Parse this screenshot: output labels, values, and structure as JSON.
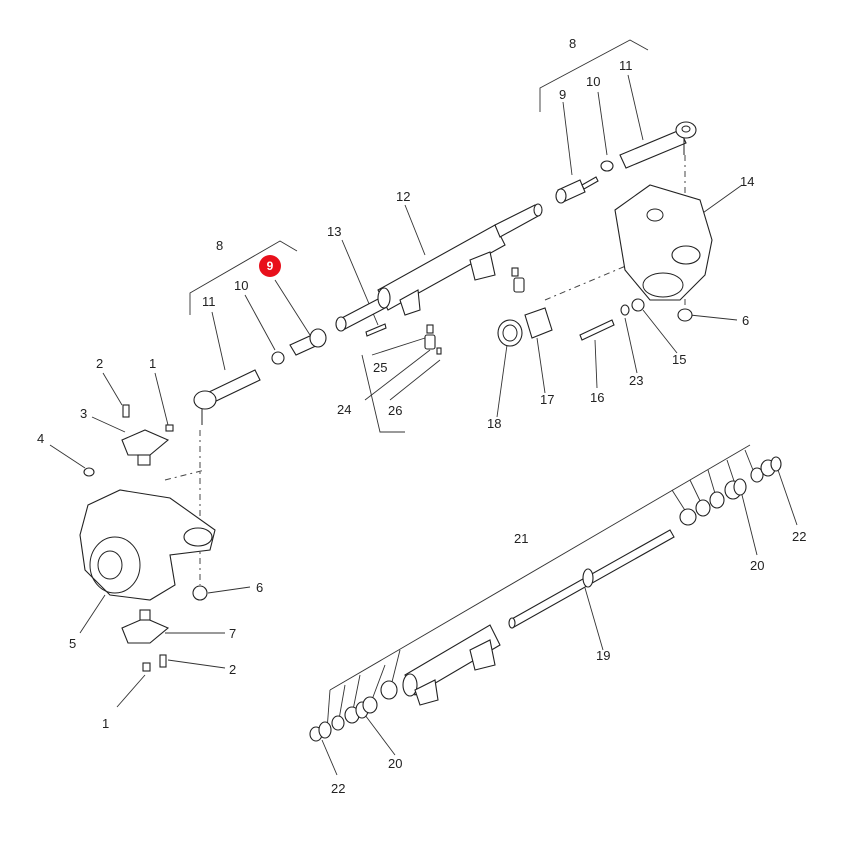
{
  "highlight": {
    "label": "9",
    "color": "#e8101b"
  },
  "callouts": [
    {
      "id": "c8a",
      "text": "8"
    },
    {
      "id": "c10a",
      "text": "10"
    },
    {
      "id": "c9a",
      "text": "9"
    },
    {
      "id": "c11a",
      "text": "11"
    },
    {
      "id": "c14",
      "text": "14"
    },
    {
      "id": "c12",
      "text": "12"
    },
    {
      "id": "c13",
      "text": "13"
    },
    {
      "id": "c8b",
      "text": "8"
    },
    {
      "id": "c10b",
      "text": "10"
    },
    {
      "id": "c11b",
      "text": "11"
    },
    {
      "id": "c2a",
      "text": "2"
    },
    {
      "id": "c1a",
      "text": "1"
    },
    {
      "id": "c3",
      "text": "3"
    },
    {
      "id": "c4",
      "text": "4"
    },
    {
      "id": "c25",
      "text": "25"
    },
    {
      "id": "c24",
      "text": "24"
    },
    {
      "id": "c26",
      "text": "26"
    },
    {
      "id": "c18",
      "text": "18"
    },
    {
      "id": "c17",
      "text": "17"
    },
    {
      "id": "c16",
      "text": "16"
    },
    {
      "id": "c23",
      "text": "23"
    },
    {
      "id": "c15",
      "text": "15"
    },
    {
      "id": "c6a",
      "text": "6"
    },
    {
      "id": "c6b",
      "text": "6"
    },
    {
      "id": "c5",
      "text": "5"
    },
    {
      "id": "c7",
      "text": "7"
    },
    {
      "id": "c2b",
      "text": "2"
    },
    {
      "id": "c1b",
      "text": "1"
    },
    {
      "id": "c21",
      "text": "21"
    },
    {
      "id": "c22a",
      "text": "22"
    },
    {
      "id": "c20a",
      "text": "20"
    },
    {
      "id": "c19",
      "text": "19"
    },
    {
      "id": "c20b",
      "text": "20"
    },
    {
      "id": "c22b",
      "text": "22"
    }
  ]
}
